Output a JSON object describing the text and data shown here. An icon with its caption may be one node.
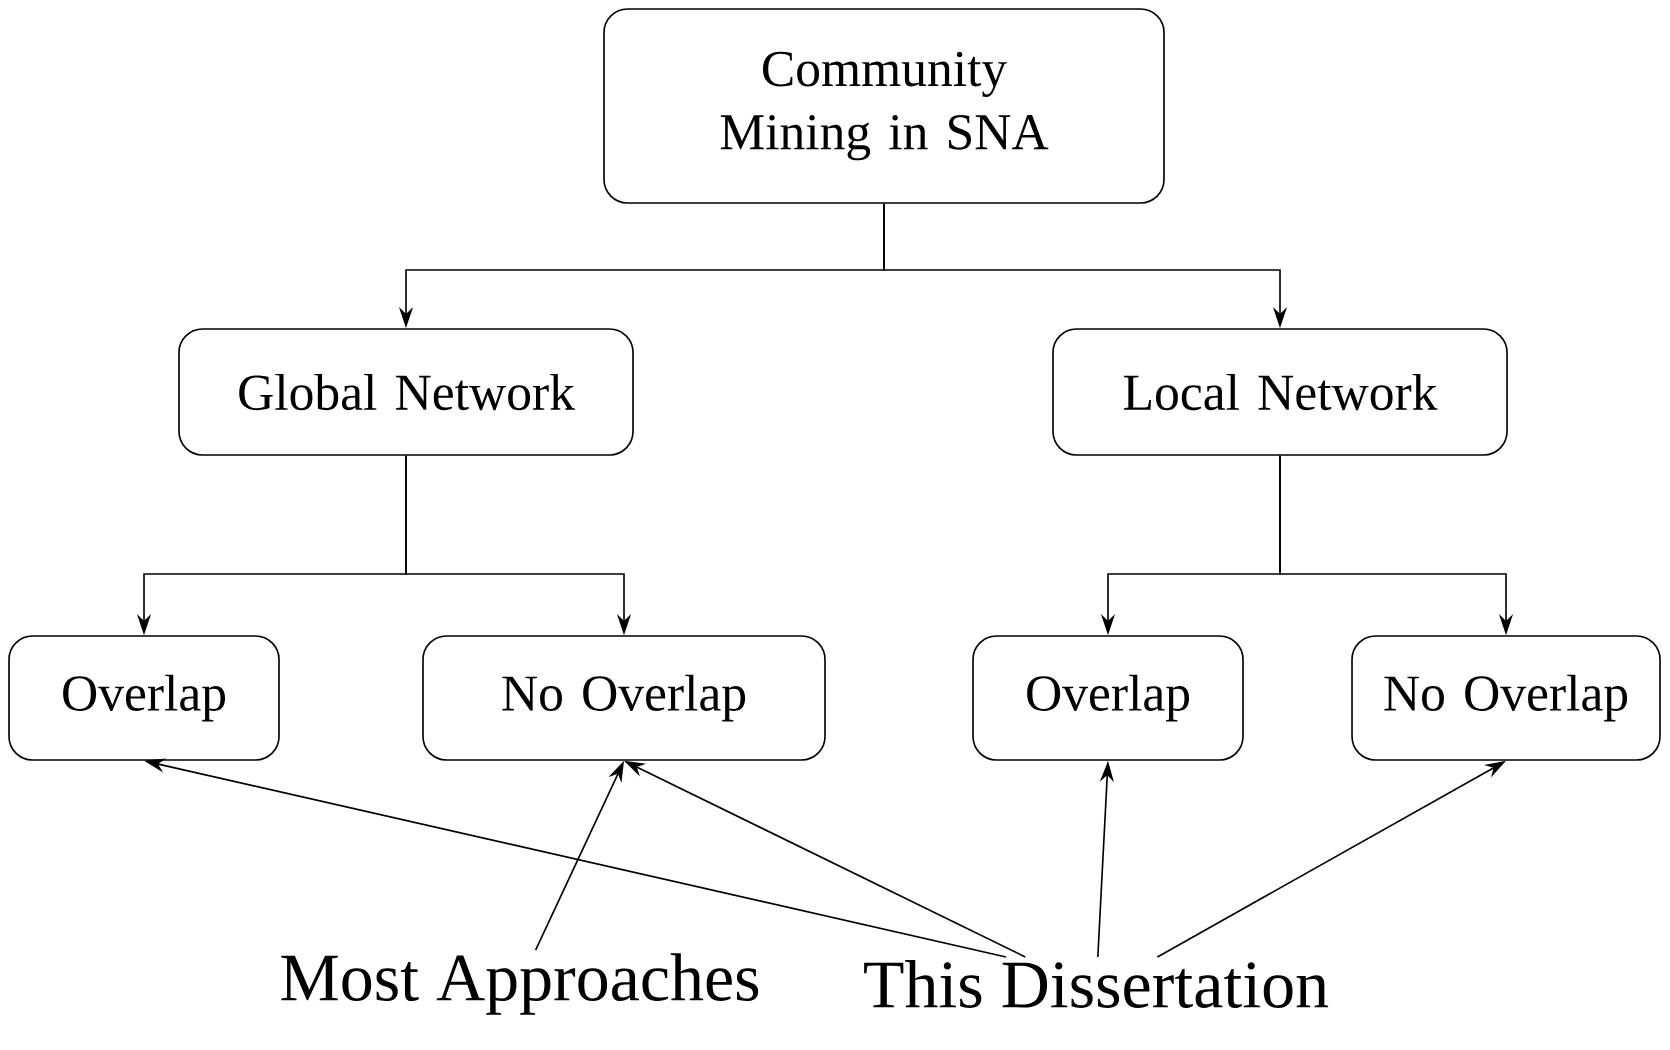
{
  "diagram": {
    "nodes": [
      {
        "text": [
          "Community Mining in SNA"
        ]
      },
      {
        "text": [
          "Global Network"
        ]
      },
      {
        "text": [
          "Local Network"
        ]
      },
      {
        "text": [
          "Overlap"
        ]
      },
      {
        "text": [
          "No Overlap"
        ]
      },
      {
        "text": [
          "Overlap"
        ]
      },
      {
        "text": [
          "No Overlap"
        ]
      },
      {
        "text": [
          "Most Approaches"
        ]
      },
      {
        "text": [
          "This Dissertation"
        ]
      }
    ],
    "edges": [
      {
        "from": 0,
        "to": 1,
        "arrow": "to"
      },
      {
        "from": 0,
        "to": 2,
        "arrow": "to"
      },
      {
        "from": 1,
        "to": 3,
        "arrow": "to"
      },
      {
        "from": 1,
        "to": 4,
        "arrow": "to"
      },
      {
        "from": 2,
        "to": 5,
        "arrow": "to"
      },
      {
        "from": 2,
        "to": 6,
        "arrow": "to"
      },
      {
        "from": 7,
        "to": 4,
        "arrow": "to"
      },
      {
        "from": 8,
        "to": 3,
        "arrow": "to"
      },
      {
        "from": 8,
        "to": 4,
        "arrow": "to"
      },
      {
        "from": 8,
        "to": 5,
        "arrow": "to"
      },
      {
        "from": 8,
        "to": 6,
        "arrow": "to"
      }
    ]
  }
}
